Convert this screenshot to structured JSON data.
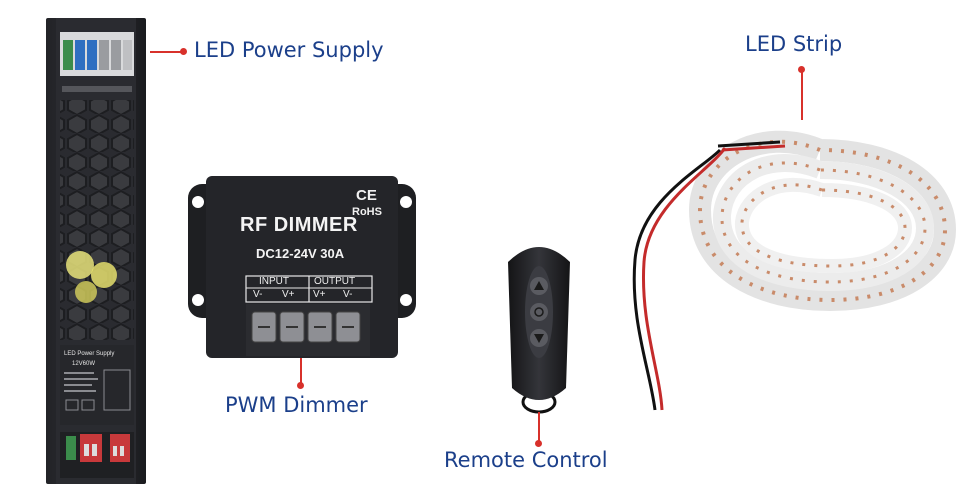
{
  "labels": {
    "power_supply": "LED Power Supply",
    "led_strip": "LED Strip",
    "pwm_dimmer": "PWM Dimmer",
    "remote_control": "Remote Control"
  },
  "dimmer": {
    "title": "RF DIMMER",
    "spec": "DC12-24V 30A",
    "ce": "CE",
    "rohs": "RoHS",
    "input": "INPUT",
    "output": "OUTPUT",
    "terminals": [
      "V-",
      "V+",
      "V+",
      "V-"
    ]
  },
  "power_supply_text": {
    "brand": "LED Power Supply",
    "rating": "12V60W"
  },
  "colors": {
    "label": "#1b3f8a",
    "pointer": "#d8312b",
    "device_black": "#1c1c1e"
  }
}
